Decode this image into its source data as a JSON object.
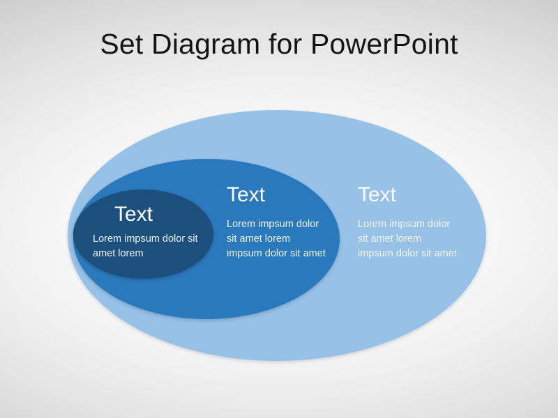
{
  "slide": {
    "title": "Set Diagram for PowerPoint",
    "background": {
      "edge_color": "#bdbdbd",
      "center_color": "#ffffff"
    }
  },
  "diagram": {
    "type": "nested-set-diagram",
    "sets": [
      {
        "id": "outer",
        "heading": "Text",
        "body": "Lorem impsum dolor sit amet lorem impsum dolor sit amet",
        "fill": "#97c1e7"
      },
      {
        "id": "middle",
        "heading": "Text",
        "body": "Lorem impsum dolor sit amet lorem impsum dolor sit amet",
        "fill": "#2a79bd"
      },
      {
        "id": "inner",
        "heading": "Text",
        "body": "Lorem impsum dolor sit amet lorem",
        "fill": "#1d4f7c"
      }
    ]
  }
}
